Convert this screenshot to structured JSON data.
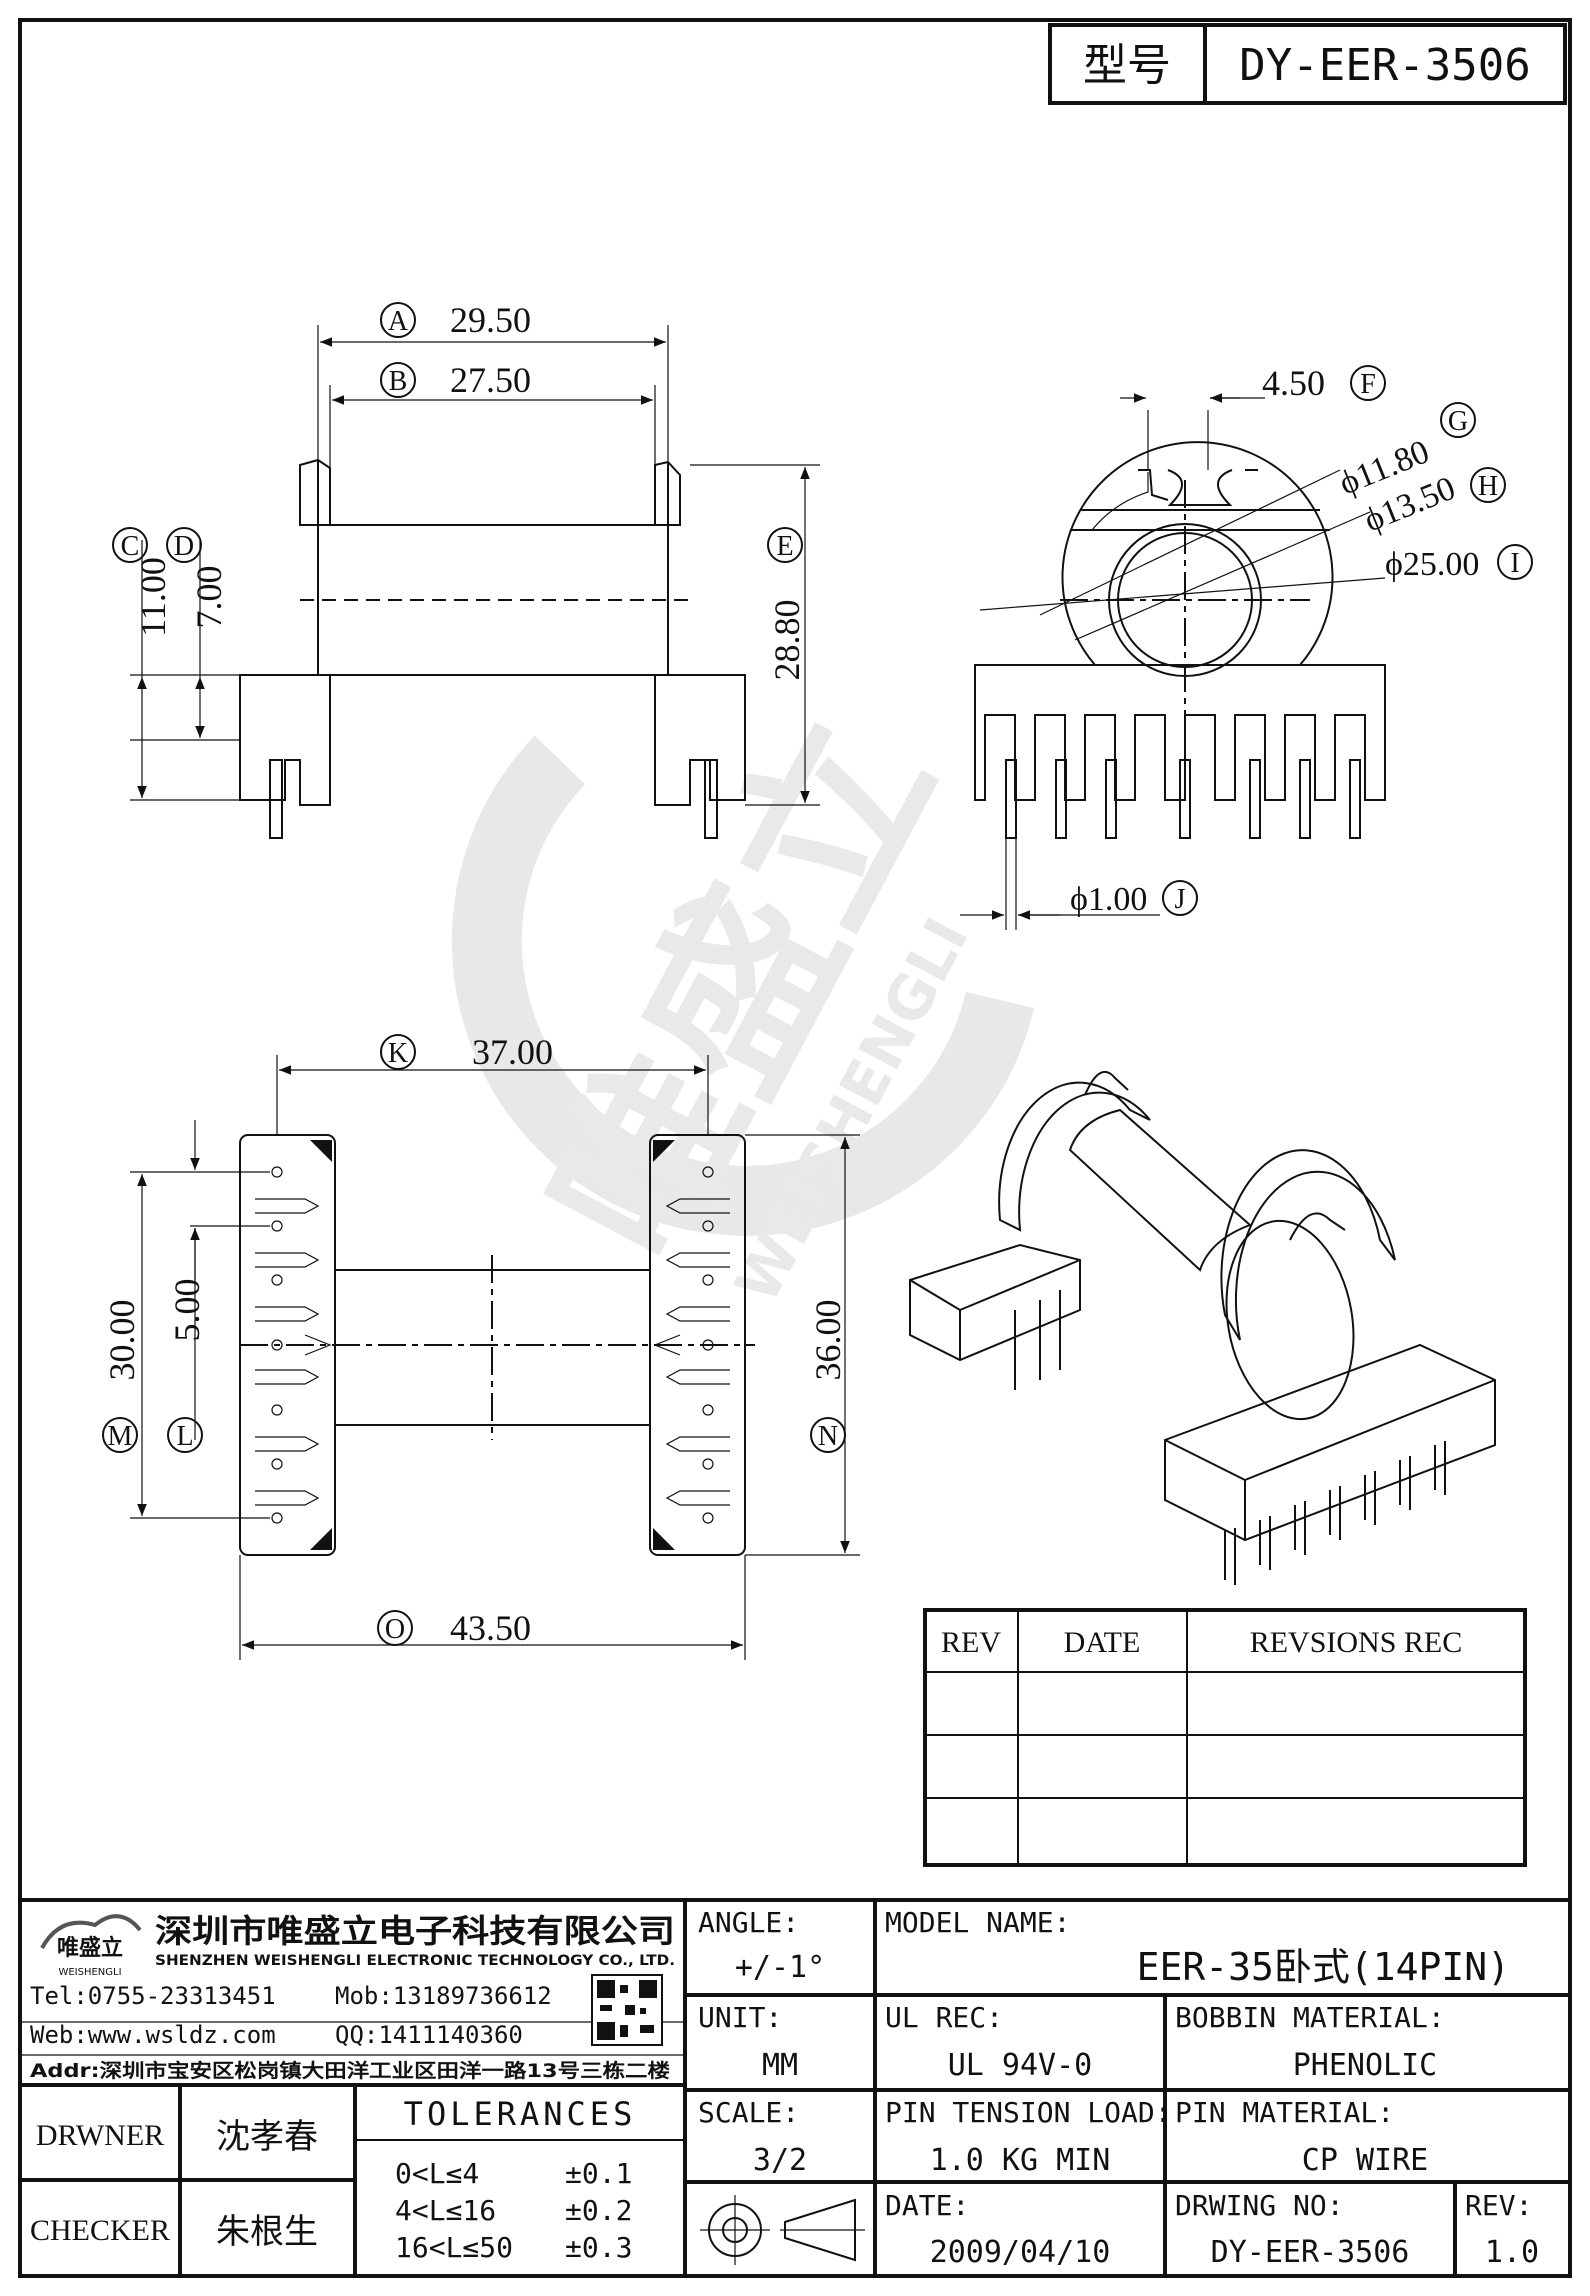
{
  "header": {
    "model_label": "型号",
    "model_value": "DY-EER-3506"
  },
  "watermark": {
    "cn": "唯盛立",
    "en": "WEISHENGLI"
  },
  "dimensions": {
    "A": {
      "letter": "A",
      "value": "29.50"
    },
    "B": {
      "letter": "B",
      "value": "27.50"
    },
    "C": {
      "letter": "C",
      "value": "11.00"
    },
    "D": {
      "letter": "D",
      "value": "7.00"
    },
    "E": {
      "letter": "E",
      "value": "28.80"
    },
    "F": {
      "letter": "F",
      "value": "4.50"
    },
    "G": {
      "letter": "G",
      "value": "ϕ11.80"
    },
    "H": {
      "letter": "H",
      "value": "ϕ13.50"
    },
    "I": {
      "letter": "I",
      "value": "ϕ25.00"
    },
    "J": {
      "letter": "J",
      "value": "ϕ1.00"
    },
    "K": {
      "letter": "K",
      "value": "37.00"
    },
    "L": {
      "letter": "L",
      "value": "5.00"
    },
    "M": {
      "letter": "M",
      "value": "30.00"
    },
    "N": {
      "letter": "N",
      "value": "36.00"
    },
    "O": {
      "letter": "O",
      "value": "43.50"
    }
  },
  "revision_table": {
    "headers": [
      "REV",
      "DATE",
      "REVSIONS REC"
    ],
    "rows": [
      [
        "",
        "",
        ""
      ],
      [
        "",
        "",
        ""
      ],
      [
        "",
        "",
        ""
      ]
    ]
  },
  "company": {
    "name_cn": "深圳市唯盛立电子科技有限公司",
    "name_en": "SHENZHEN WEISHENGLI ELECTRONIC TECHNOLOGY CO., LTD.",
    "logo_text": "唯盛立",
    "logo_sub": "WEISHENGLI",
    "tel": "Tel:0755-23313451",
    "mob": "Mob:13189736612",
    "web": "Web:www.wsldz.com",
    "qq": "QQ:1411140360",
    "addr": "Addr:深圳市宝安区松岗镇大田洋工业区田洋一路13号三栋二楼"
  },
  "title_block": {
    "angle_label": "ANGLE:",
    "angle_value": "+/-1°",
    "model_name_label": "MODEL NAME:",
    "model_name_value": "EER-35卧式(14PIN)",
    "unit_label": "UNIT:",
    "unit_value": "MM",
    "ul_rec_label": "UL REC:",
    "ul_rec_value": "UL 94V-0",
    "bobbin_material_label": "BOBBIN MATERIAL:",
    "bobbin_material_value": "PHENOLIC",
    "scale_label": "SCALE:",
    "scale_value": "3/2",
    "pin_tension_label": "PIN TENSION LOAD:",
    "pin_tension_value": "1.0 KG MIN",
    "pin_material_label": "PIN MATERIAL:",
    "pin_material_value": "CP WIRE",
    "date_label": "DATE:",
    "date_value": "2009/04/10",
    "drwing_no_label": "DRWING NO:",
    "drwing_no_value": "DY-EER-3506",
    "rev_label": "REV:",
    "rev_value": "1.0",
    "drwner_label": "DRWNER",
    "drwner_value": "沈孝春",
    "checker_label": "CHECKER",
    "checker_value": "朱根生",
    "tolerances_label": "TOLERANCES",
    "tolerances": [
      {
        "range": "0<L≤4",
        "value": "±0.1"
      },
      {
        "range": "4<L≤16",
        "value": "±0.2"
      },
      {
        "range": "16<L≤50",
        "value": "±0.3"
      }
    ]
  }
}
